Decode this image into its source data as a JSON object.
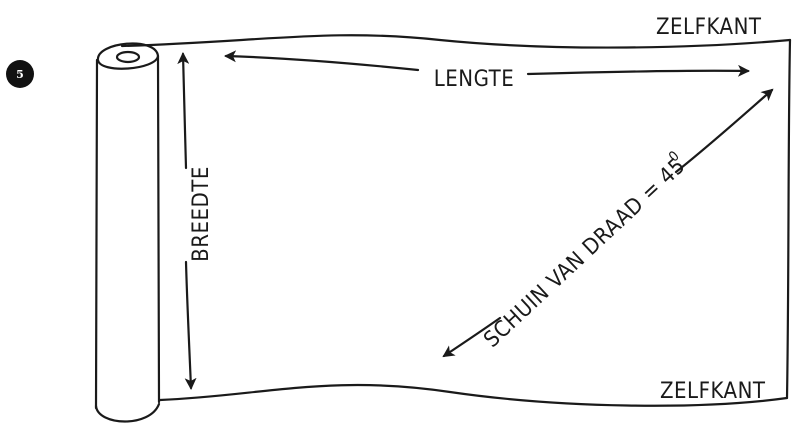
{
  "step_number": "5",
  "labels": {
    "selvage_top": "ZELFKANT",
    "selvage_bottom": "ZELFKANT",
    "length": "LENGTE",
    "width": "BREEDTE",
    "bias": "SCHUIN VAN DRAAD = 45",
    "bias_degree": "0"
  },
  "colors": {
    "ink": "#1a1a1a",
    "background": "#ffffff",
    "badge": "#111111"
  }
}
